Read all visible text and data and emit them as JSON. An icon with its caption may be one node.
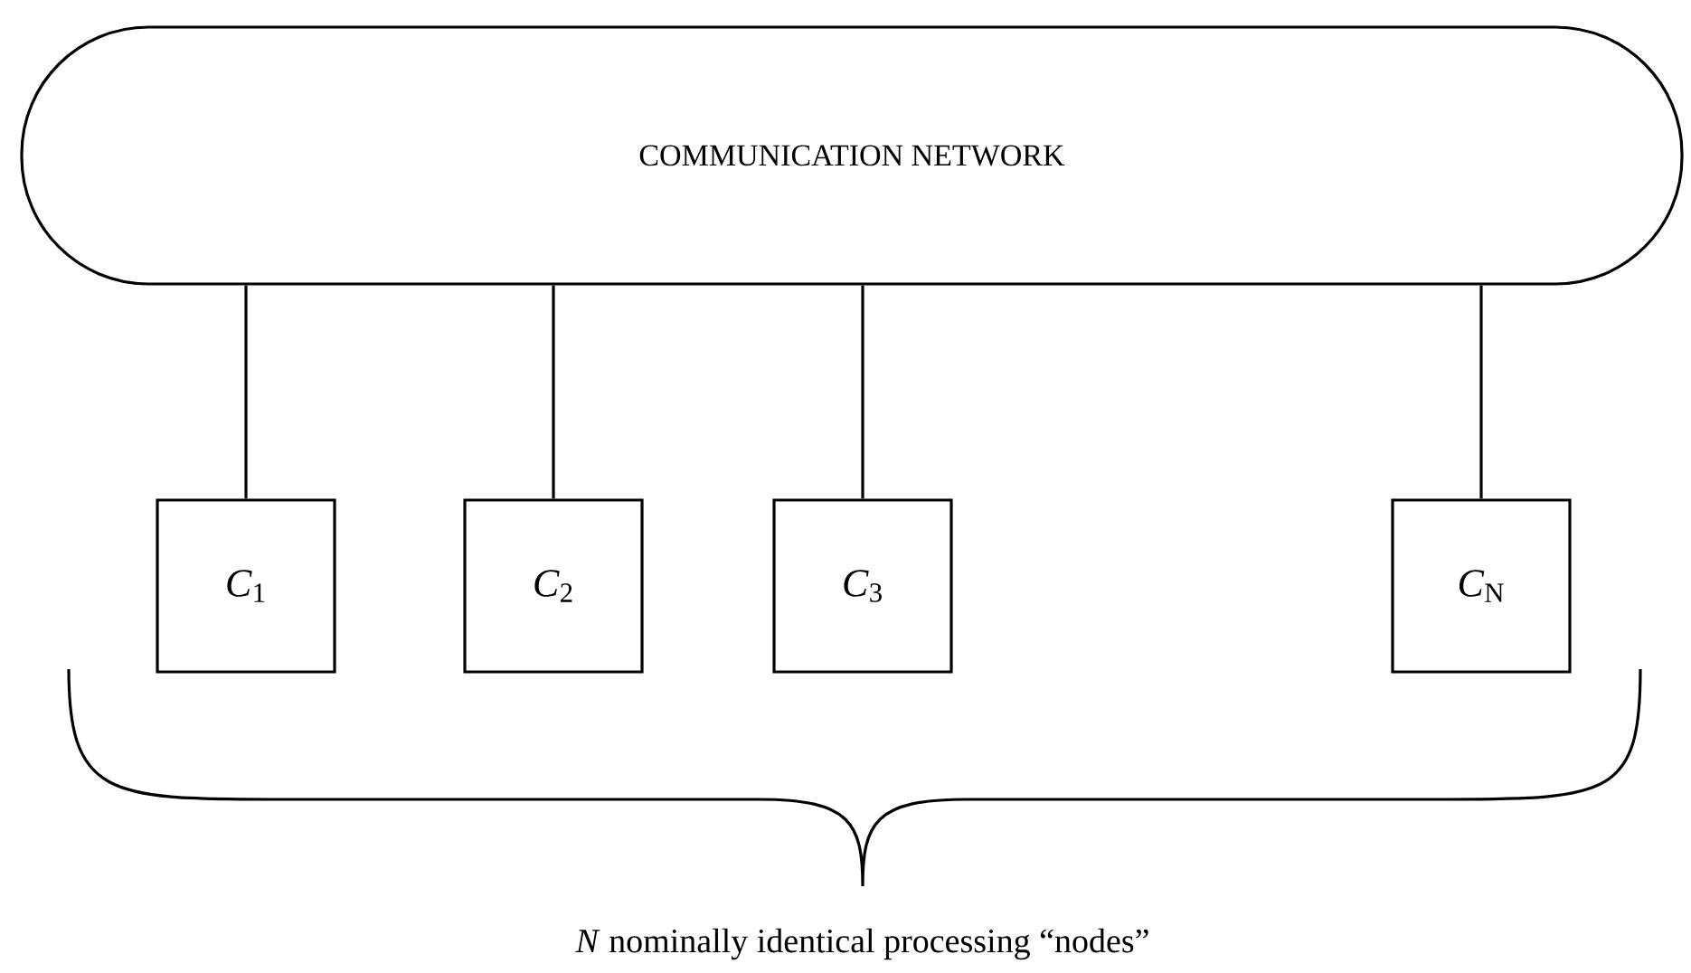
{
  "diagram": {
    "caption": "*N* nominally identical processing “nodes”",
    "nodes": [
      {
        "text": [
          "COMMUNICATION NETWORK"
        ]
      },
      {
        "text": [
          "*C*$_{1}$"
        ]
      },
      {
        "text": [
          "*C*$_{2}$"
        ]
      },
      {
        "text": [
          "*C*$_{3}$"
        ]
      },
      {
        "text": [
          "*C*$_{N}$"
        ]
      }
    ],
    "edges": [
      {
        "from": 0,
        "to": 1,
        "arrow": "none"
      },
      {
        "from": 0,
        "to": 2,
        "arrow": "none"
      },
      {
        "from": 0,
        "to": 3,
        "arrow": "none"
      },
      {
        "from": 0,
        "to": 4,
        "arrow": "none"
      }
    ]
  }
}
